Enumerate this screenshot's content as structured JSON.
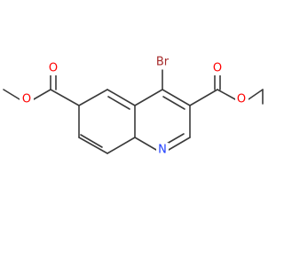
{
  "molecule": {
    "atoms": {
      "br": {
        "text": "Br",
        "color": "#a52a2a"
      },
      "n": {
        "text": "N",
        "color": "#1f3fff"
      },
      "o_left_carbonyl": {
        "text": "O",
        "color": "#ff0000"
      },
      "o_left_ether": {
        "text": "O",
        "color": "#ff0000"
      },
      "o_right_carbonyl": {
        "text": "O",
        "color": "#ff0000"
      },
      "o_right_ether": {
        "text": "O",
        "color": "#ff0000"
      }
    },
    "bond_color": "#3a3a3a"
  }
}
